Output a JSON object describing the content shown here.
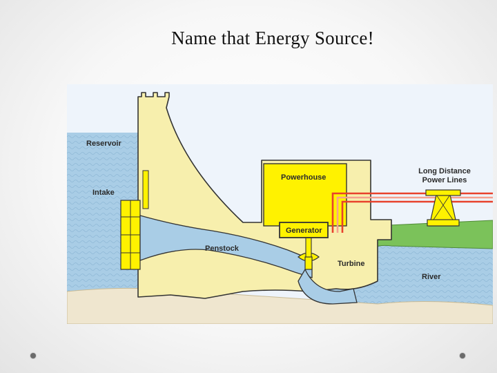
{
  "slide": {
    "title": "Name that Energy Source!"
  },
  "diagram": {
    "labels": {
      "reservoir": "Reservoir",
      "intake": "Intake",
      "powerhouse": "Powerhouse",
      "generator": "Generator",
      "penstock": "Penstock",
      "turbine": "Turbine",
      "power_lines_line1": "Long Distance",
      "power_lines_line2": "Power Lines",
      "river": "River"
    },
    "colors": {
      "water": "#a9cde6",
      "dam": "#f7efad",
      "powerhouse": "#fff200",
      "ground": "#efe6cf",
      "grass": "#7bc25a",
      "power_line": "#e8412c",
      "outline": "#333333"
    }
  }
}
